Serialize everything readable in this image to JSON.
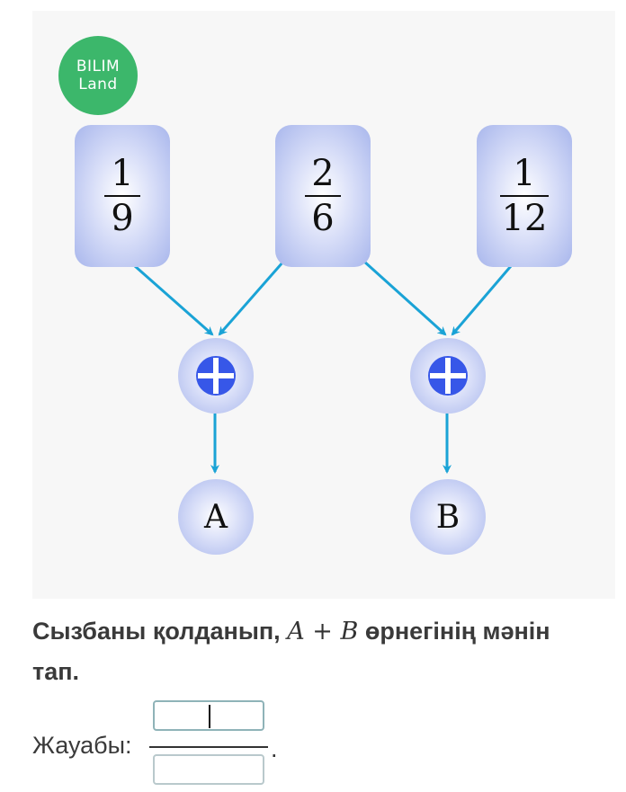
{
  "logo": {
    "line1": "BILIM",
    "line2": "Land"
  },
  "fractions": [
    {
      "numerator": "1",
      "denominator": "9"
    },
    {
      "numerator": "2",
      "denominator": "6"
    },
    {
      "numerator": "1",
      "denominator": "12"
    }
  ],
  "operations": [
    {
      "symbol": "plus-in-circle"
    },
    {
      "symbol": "plus-in-circle"
    }
  ],
  "results": [
    {
      "label": "A"
    },
    {
      "label": "B"
    }
  ],
  "question": {
    "text_before": "Сызбаны қолданып, ",
    "math_a": "A",
    "math_op": " + ",
    "math_b": "B",
    "text_after": " өрнегінің мәнін тап."
  },
  "answer": {
    "label": "Жауабы:",
    "numerator_value": "",
    "denominator_value": "",
    "period": "."
  },
  "colors": {
    "arrow": "#1aa3d6",
    "op_icon": "#3757e8",
    "logo": "#3cb76b",
    "node_fill": "#b8c4f0"
  }
}
